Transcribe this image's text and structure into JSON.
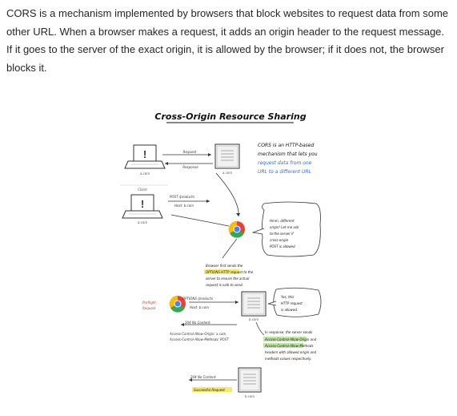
{
  "paragraph": "CORS is a mechanism implemented by browsers that block websites to request data from some other URL. When a browser makes a request, it adds an origin header to the request message. If it goes to the server of the exact origin, it is allowed by the browser; if it does not, the browser blocks it.",
  "figure": {
    "title": "Cross-Origin Resource Sharing",
    "section1": {
      "request_label": "Request",
      "response_label": "Response",
      "client_origin": "a.com",
      "server_origin": "a.com",
      "note": [
        "CORS is an HTTP-based",
        "mechanism that lets you",
        "request data from one",
        "URL to a different URL"
      ]
    },
    "section2": {
      "client_label": "Client",
      "client_origin": "a.com",
      "post_path": "POST /products",
      "host_header": "Host: b.com",
      "thought": [
        "Hmm, different",
        "origin! Let me ask",
        "to the server if",
        "cross-origin",
        "POST is allowed"
      ],
      "explain": [
        "Browser first sends the",
        "OPTIONS HTTP request to the",
        "server to ensure the actual",
        "request is safe to send."
      ]
    },
    "section3": {
      "preflight_label": [
        "Preflight",
        "Request"
      ],
      "options_path": "OPTIONS /products",
      "host_header": "Host: b.com",
      "no_content": "204 No Content",
      "server_origin": "b.com",
      "server_reply": [
        "Yes, this",
        "HTTP request",
        "is allowed."
      ],
      "allow_origin": "Access-Control-Allow-Origin: a.com",
      "allow_methods": "Access-Control-Allow-Methods: POST",
      "response_note": [
        "In response, the server sends",
        "Access-Control-Allow-Origin and",
        "Access-Control-Allow-Methods",
        "headers with allowed origin and",
        "methods values respectively."
      ]
    },
    "section4": {
      "no_content": "204 No Content",
      "success": "Successful Request",
      "server_origin": "b.com"
    }
  },
  "colors": {
    "accent_blue": "#2f6fd6",
    "accent_green": "#2e9b3a",
    "highlight_yellow": "#f6e96a",
    "highlight_green": "#bfe7a2"
  }
}
